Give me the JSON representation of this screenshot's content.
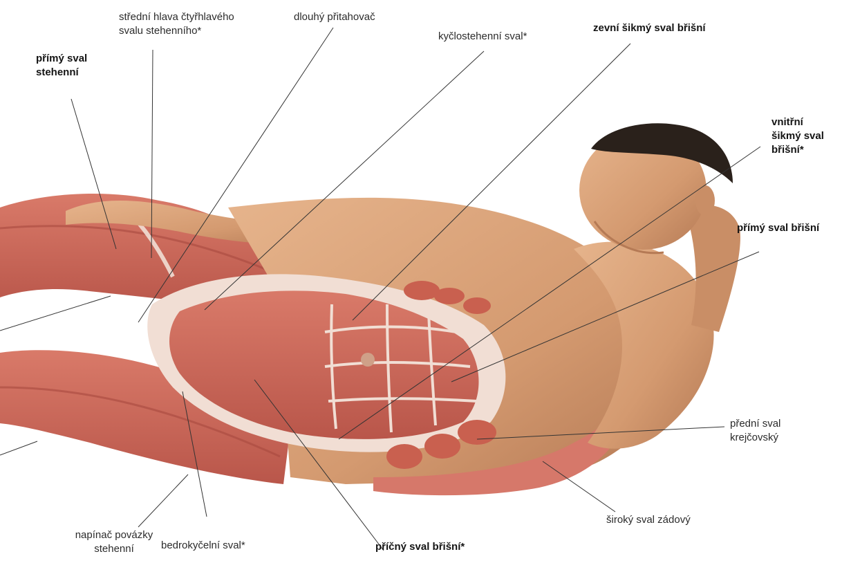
{
  "labels": {
    "rectus_femoris": "přímý sval\nstehenní",
    "vastus_intermedius": "střední hlava čtyřhlavého\nsvalu stehenního*",
    "adductor_longus": "dlouhý přitahovač",
    "iliopsoas": "kyčlostehenní sval*",
    "external_oblique": "zevní šikmý sval břišní",
    "internal_oblique": "vnitřní\nšikmý sval\nbřišní*",
    "rectus_abdominis": "přímý sval břišní",
    "serratus_anterior": "přední sval\nkrejčovský",
    "latissimus_dorsi": "široký sval zádový",
    "transversus_abdominis": "příčný sval břišní*",
    "iliacus": "bedrokyčelní sval*",
    "tensor_fasciae_latae": "napínač povázky\nstehenní"
  },
  "colors": {
    "skin": "#d9a277",
    "skin_shadow": "#b57a55",
    "muscle": "#cf6a5b",
    "muscle_dark": "#a84a40",
    "tendon": "#f1ded4",
    "hair": "#2a211b",
    "leader": "#333333"
  }
}
